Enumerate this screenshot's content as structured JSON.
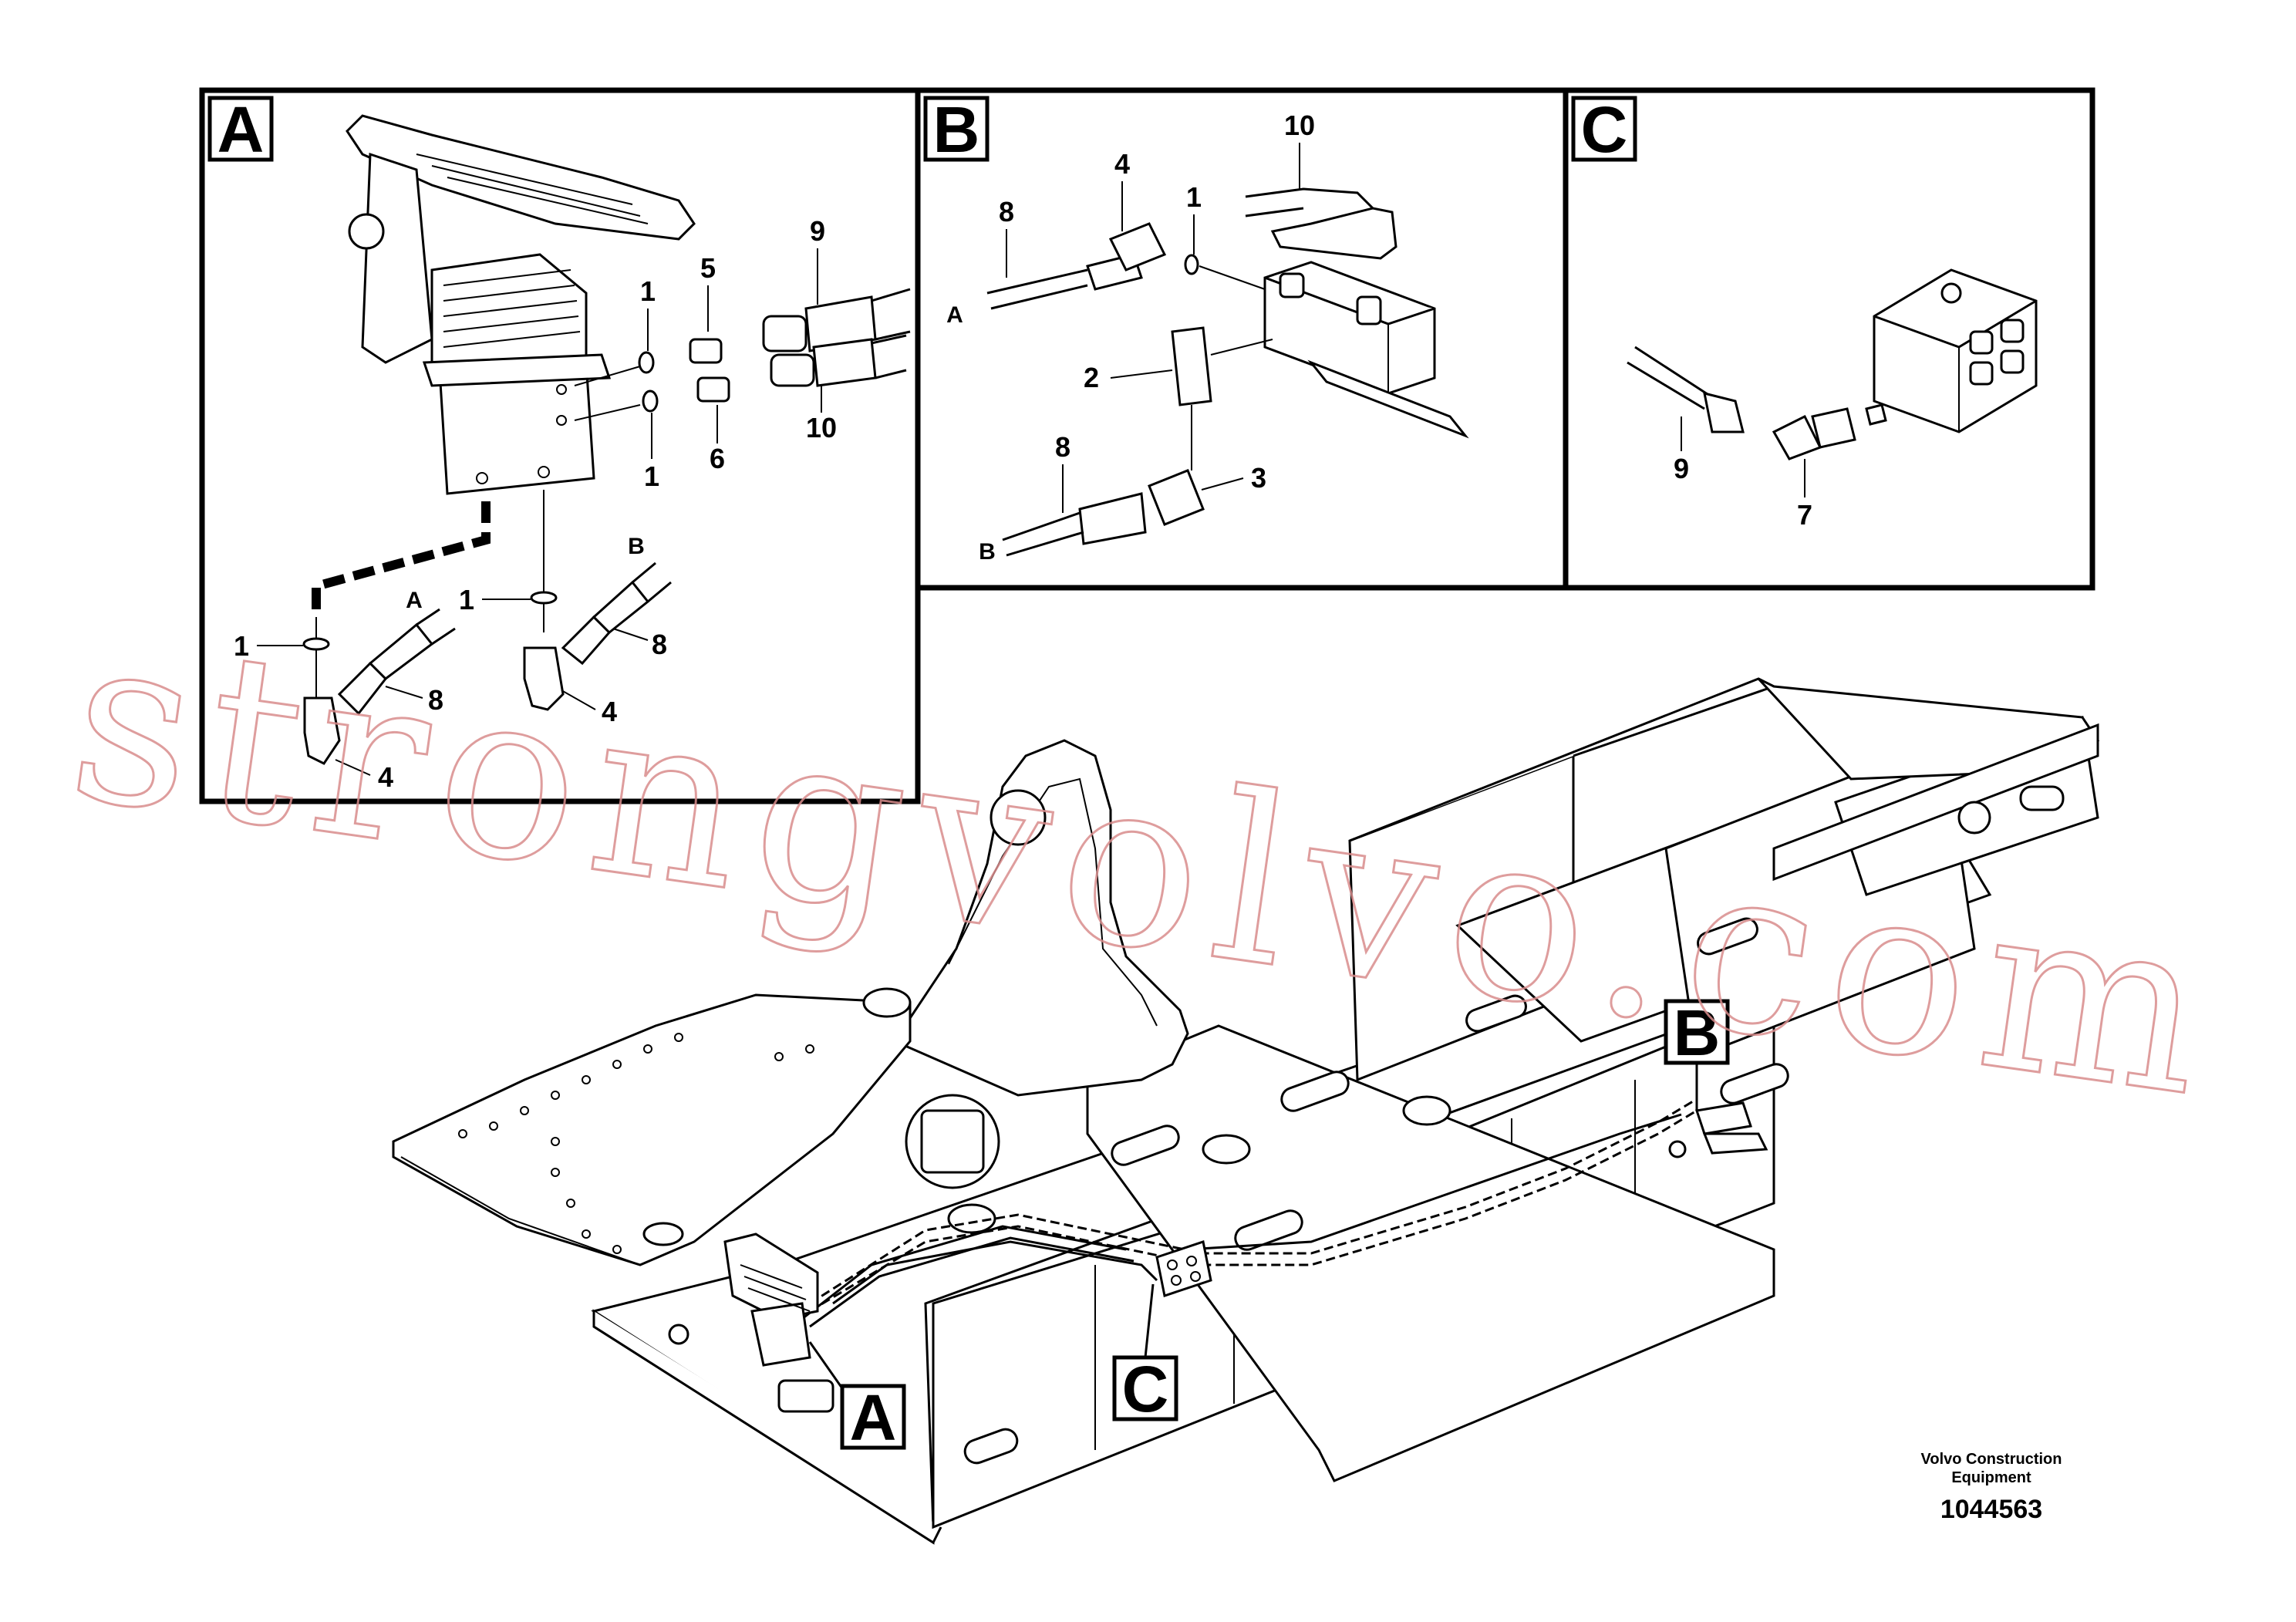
{
  "panels": {
    "A": {
      "letter": "A",
      "callouts": [
        "1",
        "5",
        "9",
        "1",
        "6",
        "10",
        "1",
        "1",
        "B",
        "8",
        "A",
        "8",
        "4",
        "4"
      ]
    },
    "B": {
      "letter": "B",
      "callouts": [
        "10",
        "4",
        "8",
        "1",
        "A",
        "2",
        "8",
        "3",
        "B"
      ]
    },
    "C": {
      "letter": "C",
      "callouts": [
        "9",
        "7"
      ]
    }
  },
  "overview_labels": [
    "B",
    "A",
    "C"
  ],
  "watermark": "strongvolvo.com",
  "footer": {
    "company_line1": "Volvo Construction",
    "company_line2": "Equipment",
    "drawing_number": "1044563"
  },
  "colors": {
    "ink": "#000000",
    "watermark": "#d98c8c",
    "background": "#ffffff"
  }
}
